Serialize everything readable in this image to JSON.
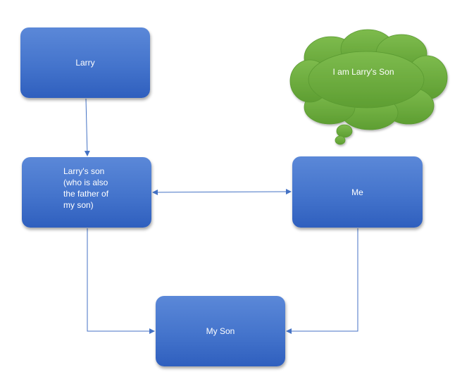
{
  "nodes": {
    "larry": "Larry",
    "larrys_son_lines": [
      "Larry's son",
      "(who is also",
      "the father of",
      "my son)"
    ],
    "me": "Me",
    "my_son": "My Son"
  },
  "cloud": {
    "text": "I am Larry's Son"
  },
  "colors": {
    "node_fill": "#4472c4",
    "connector": "#4472c4",
    "cloud_fill": "#6aaa3c"
  }
}
